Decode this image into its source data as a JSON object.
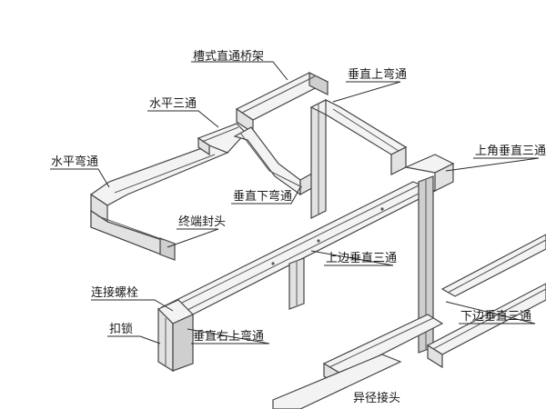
{
  "diagram": {
    "labels": {
      "trough_straight": "槽式直通桥架",
      "horizontal_tee": "水平三通",
      "horizontal_elbow": "水平弯通",
      "vertical_up_elbow": "垂直上弯通",
      "vertical_down_elbow": "垂直下弯通",
      "end_cap": "终端封头",
      "top_corner_vertical_tee": "上角垂直三通",
      "top_side_vertical_tee": "上边垂直三通",
      "connecting_bolt": "连接螺栓",
      "buckle_lock": "扣锁",
      "vertical_right_up_elbow": "垂直右上弯通",
      "bottom_side_vertical_tee": "下边垂直三通",
      "reducer": "异径接头"
    },
    "colors": {
      "line": "#444444",
      "face_light": "#f3f3f3",
      "face_mid": "#e2e2e2",
      "face_dark": "#cfcfcf"
    }
  }
}
